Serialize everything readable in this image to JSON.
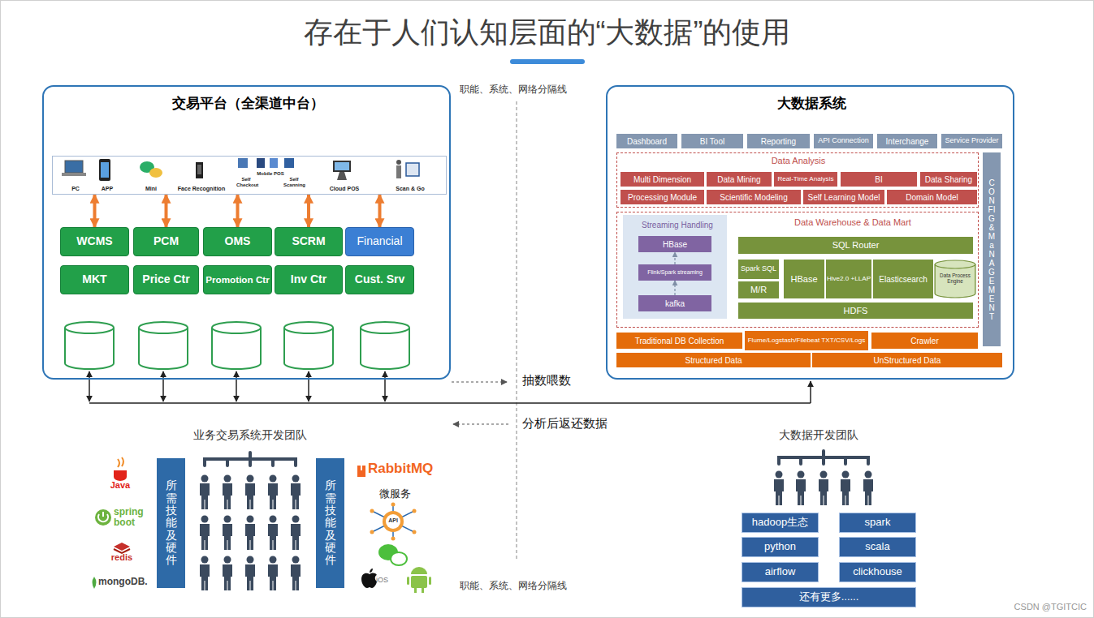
{
  "diagram": {
    "title": "存在于人们认知层面的“大数据”的使用",
    "nodes": [
      {
        "text": [
          "交易平台（全渠道中台）"
        ]
      },
      {
        "text": [
          "PC",
          "APP",
          "Mini",
          "Face Recognition",
          "Self Checkout",
          "Mobile POS",
          "Self Scanning",
          "Cloud POS",
          "Scan & Go"
        ],
        "in": 0
      },
      {
        "text": [
          "WCMS"
        ],
        "in": 0
      },
      {
        "text": [
          "PCM"
        ],
        "in": 0
      },
      {
        "text": [
          "OMS"
        ],
        "in": 0
      },
      {
        "text": [
          "SCRM"
        ],
        "in": 0
      },
      {
        "text": [
          "Financial"
        ],
        "in": 0
      },
      {
        "text": [
          "MKT"
        ],
        "in": 0
      },
      {
        "text": [
          "Price Ctr"
        ],
        "in": 0
      },
      {
        "text": [
          "Promotion Ctr"
        ],
        "in": 0
      },
      {
        "text": [
          "Inv Ctr"
        ],
        "in": 0
      },
      {
        "text": [
          "Cust. Srv"
        ],
        "in": 0
      },
      {
        "text": [
          "大数据系统"
        ]
      },
      {
        "text": [
          "Dashboard"
        ],
        "in": 12
      },
      {
        "text": [
          "BI Tool"
        ],
        "in": 12
      },
      {
        "text": [
          "Reporting"
        ],
        "in": 12
      },
      {
        "text": [
          "API Connection"
        ],
        "in": 12
      },
      {
        "text": [
          "Interchange"
        ],
        "in": 12
      },
      {
        "text": [
          "Service Provider"
        ],
        "in": 12
      },
      {
        "text": [
          "Data Analysis"
        ],
        "in": 12
      },
      {
        "text": [
          "Multi Dimension"
        ],
        "in": 19
      },
      {
        "text": [
          "Data Mining"
        ],
        "in": 19
      },
      {
        "text": [
          "Real-Time Analysis"
        ],
        "in": 19
      },
      {
        "text": [
          "BI"
        ],
        "in": 19
      },
      {
        "text": [
          "Data Sharing"
        ],
        "in": 19
      },
      {
        "text": [
          "Processing Module"
        ],
        "in": 19
      },
      {
        "text": [
          "Scientific Modeling"
        ],
        "in": 19
      },
      {
        "text": [
          "Self Learning Model"
        ],
        "in": 19
      },
      {
        "text": [
          "Domain Model"
        ],
        "in": 19
      },
      {
        "text": [
          "CONFIG & MaNAGEMENT"
        ],
        "in": 12
      },
      {
        "text": [
          "Data Warehouse & Data Mart"
        ],
        "in": 12
      },
      {
        "text": [
          "Streaming Handling"
        ],
        "in": 30
      },
      {
        "text": [
          "HBase"
        ],
        "in": 31
      },
      {
        "text": [
          "Flink/Spark streaming"
        ],
        "in": 31
      },
      {
        "text": [
          "kafka"
        ],
        "in": 31
      },
      {
        "text": [
          "SQL Router"
        ],
        "in": 30
      },
      {
        "text": [
          "Spark SQL"
        ],
        "in": 30
      },
      {
        "text": [
          "M/R"
        ],
        "in": 30
      },
      {
        "text": [
          "HBase"
        ],
        "in": 30
      },
      {
        "text": [
          "Hive2.0 +LLAP"
        ],
        "in": 30
      },
      {
        "text": [
          "Elasticsearch"
        ],
        "in": 30
      },
      {
        "text": [
          "Data Process Engine"
        ],
        "in": 30
      },
      {
        "text": [
          "HDFS"
        ],
        "in": 30
      },
      {
        "text": [
          "Traditional DB Collection"
        ],
        "in": 12
      },
      {
        "text": [
          "Flume/Logstash/Filebeat TXT/CSV/Logs"
        ],
        "in": 12
      },
      {
        "text": [
          "Crawler"
        ],
        "in": 12
      },
      {
        "text": [
          "Structured Data"
        ],
        "in": 12
      },
      {
        "text": [
          "UnStructured Data"
        ],
        "in": 12
      },
      {
        "text": [
          "所需技能及硬件"
        ]
      },
      {
        "text": [
          "所需技能及硬件"
        ]
      },
      {
        "text": [
          "hadoop生态"
        ]
      },
      {
        "text": [
          "spark"
        ]
      },
      {
        "text": [
          "python"
        ]
      },
      {
        "text": [
          "scala"
        ]
      },
      {
        "text": [
          "airflow"
        ]
      },
      {
        "text": [
          "clickhouse"
        ]
      },
      {
        "text": [
          "还有更多......"
        ]
      }
    ],
    "edges": [
      {
        "from": 1,
        "to": 2,
        "arrow": "both"
      },
      {
        "from": 1,
        "to": 3,
        "arrow": "both"
      },
      {
        "from": 1,
        "to": 4,
        "arrow": "both"
      },
      {
        "from": 1,
        "to": 5,
        "arrow": "both"
      },
      {
        "from": 1,
        "to": 6,
        "arrow": "both"
      },
      {
        "from": 34,
        "to": 33,
        "arrow": "to"
      },
      {
        "from": 33,
        "to": 32,
        "arrow": "to"
      }
    ],
    "labels": [
      "职能、系统、网络分隔线",
      "抽数喂数",
      "分析后返还数据",
      "业务交易系统开发团队",
      "大数据开发团队",
      "Java",
      "RabbitMQ",
      "spring boot",
      "微服务",
      "API",
      "redis",
      "iOS",
      "mongoDB.",
      "职能、系统、网络分隔线",
      "CSDN @TGITCIC"
    ]
  }
}
